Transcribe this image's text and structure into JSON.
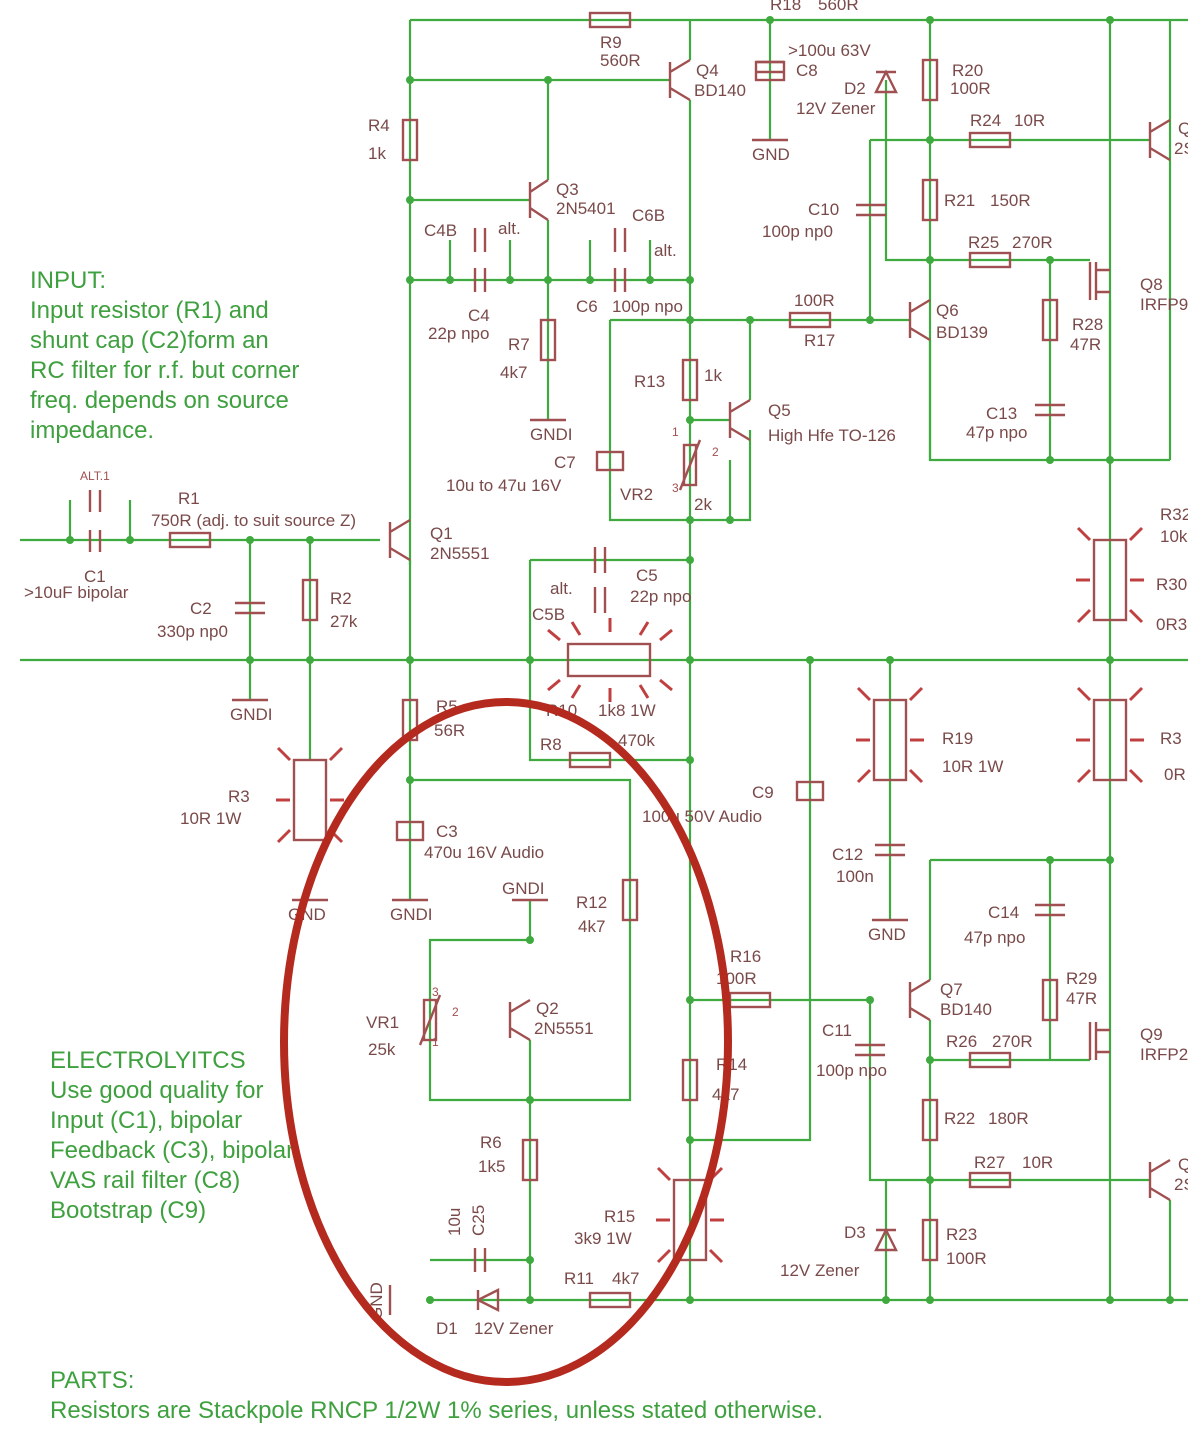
{
  "notes": {
    "input": [
      "INPUT:",
      "Input resistor (R1) and",
      "shunt cap (C2)form an",
      "RC filter for r.f. but corner",
      "freq. depends on source",
      "impedance."
    ],
    "electrolytics": [
      "ELECTROLYITCS",
      "Use good quality for",
      "Input (C1), bipolar",
      "Feedback (C3), bipolar",
      "VAS rail filter (C8)",
      "Bootstrap (C9)"
    ],
    "parts": [
      "PARTS:",
      "Resistors are Stackpole RNCP 1/2W 1% series, unless stated otherwise."
    ]
  },
  "labels": {
    "r18": "R18",
    "r18v": "560R",
    "r9": "R9",
    "r9v": "560R",
    "q4": "Q4",
    "q4v": "BD140",
    "c8": "C8",
    "c8v": ">100u 63V",
    "d2": "D2",
    "d2v": "12V Zener",
    "r20": "R20",
    "r20v": "100R",
    "r24": "R24",
    "r24v": "10R",
    "r21": "R21",
    "r21v": "150R",
    "r25": "R25",
    "r25v": "270R",
    "c10": "C10",
    "c10v": "100p np0",
    "r4": "R4",
    "r4v": "1k",
    "q3": "Q3",
    "q3v": "2N5401",
    "c4b": "C4B",
    "alt": "alt.",
    "c6b": "C6B",
    "c4": "C4",
    "c4v": "22p npo",
    "c6": "C6",
    "c6v": "100p npo",
    "r7": "R7",
    "r7v": "4k7",
    "r17": "R17",
    "r17v": "100R",
    "q6": "Q6",
    "q6v": "BD139",
    "q8": "Q8",
    "q8v": "IRFP9",
    "r28": "R28",
    "r28v": "47R",
    "c13": "C13",
    "c13v": "47p npo",
    "r13": "R13",
    "r13v": "1k",
    "q5": "Q5",
    "q5v": "High Hfe TO-126",
    "c7": "C7",
    "c7v": "10u to 47u 16V",
    "vr2": "VR2",
    "vr2v": "2k",
    "alt1": "ALT.1",
    "r1": "R1",
    "r1v": "750R (adj. to suit source Z)",
    "c1": "C1",
    "c1v": ">10uF bipolar",
    "q1": "Q1",
    "q1v": "2N5551",
    "c2": "C2",
    "c2v": "330p np0",
    "r2": "R2",
    "r2v": "27k",
    "c5": "C5",
    "c5v": "22p npo",
    "c5b": "C5B",
    "alt5": "alt.",
    "r32": "R32",
    "r32v": "10k",
    "r30": "R30",
    "r30v": "0R3",
    "gndi": "GNDI",
    "gnd": "GND",
    "r10": "R10",
    "r10v": "1k8 1W",
    "r5": "R5",
    "r5v": "56R",
    "r8": "R8",
    "r8v": "470k",
    "r19": "R19",
    "r19v": "10R 1W",
    "r31": "R3",
    "r31v": "0R",
    "r3": "R3",
    "r3v": "10R 1W",
    "c3": "C3",
    "c3v": "470u 16V Audio",
    "c9": "C9",
    "c9v": "100u 50V Audio",
    "c12": "C12",
    "c12v": "100n",
    "r12": "R12",
    "r12v": "4k7",
    "c14": "C14",
    "c14v": "47p npo",
    "r16": "R16",
    "r16v": "100R",
    "q7": "Q7",
    "q7v": "BD140",
    "r29": "R29",
    "r29v": "47R",
    "q9": "Q9",
    "q9v": "IRFP2",
    "vr1": "VR1",
    "vr1v": "25k",
    "q2": "Q2",
    "q2v": "2N5551",
    "c11": "C11",
    "c11v": "100p npo",
    "r26": "R26",
    "r26v": "270R",
    "r14": "R14",
    "r14v": "4k7",
    "r22": "R22",
    "r22v": "180R",
    "r6": "R6",
    "r6v": "1k5",
    "r27": "R27",
    "r27v": "10R",
    "c25": "C25",
    "c25v": "10u",
    "r15": "R15",
    "r15v": "3k9 1W",
    "d3": "D3",
    "d3v": "12V Zener",
    "r23": "R23",
    "r23v": "100R",
    "r11": "R11",
    "r11v": "4k7",
    "d1": "D1",
    "d1v": "12V Zener",
    "pin1": "1",
    "pin2": "2",
    "pin3": "3",
    "q10": "Q",
    "q10v": "2S",
    "q11": "Q",
    "q11v": "2S"
  },
  "colors": {
    "wire": "#3faa3f",
    "component": "#a05050",
    "highlight": "#b52a1e",
    "note": "#3fa03f"
  }
}
